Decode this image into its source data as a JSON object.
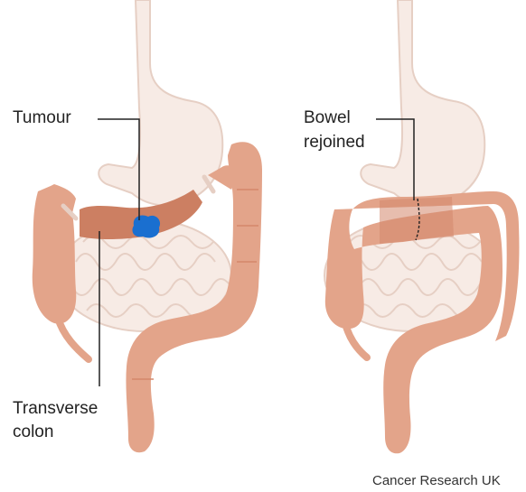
{
  "labels": {
    "tumour": "Tumour",
    "transverse_line1": "Transverse",
    "transverse_line2": "colon",
    "bowel_line1": "Bowel",
    "bowel_line2": "rejoined"
  },
  "credit": "Cancer Research UK",
  "colors": {
    "organ": "#f7ebe5",
    "organ_outline": "#e6cfc4",
    "colon": "#e3a48a",
    "colon_dark": "#d4876b",
    "removed_section": "#cc7f62",
    "tumour": "#1a6fd0",
    "leader_line": "#222222"
  }
}
